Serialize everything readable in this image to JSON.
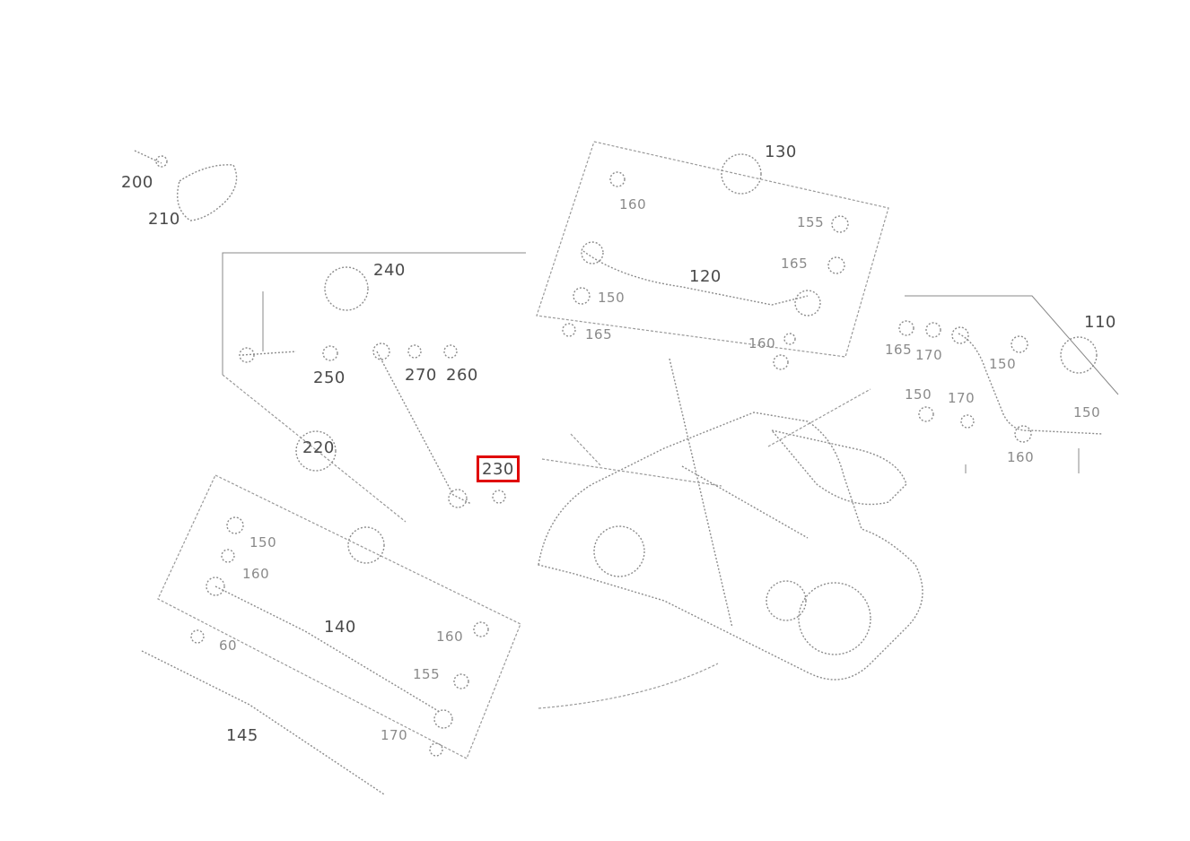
{
  "diagram": {
    "highlight_color": "#e00000",
    "highlighted_callout": "230",
    "callouts": [
      {
        "id": "c110",
        "label": "110"
      },
      {
        "id": "c120",
        "label": "120"
      },
      {
        "id": "c130",
        "label": "130"
      },
      {
        "id": "c140",
        "label": "140"
      },
      {
        "id": "c145",
        "label": "145"
      },
      {
        "id": "c200",
        "label": "200"
      },
      {
        "id": "c210",
        "label": "210"
      },
      {
        "id": "c220",
        "label": "220"
      },
      {
        "id": "c230",
        "label": "230"
      },
      {
        "id": "c240",
        "label": "240"
      },
      {
        "id": "c250",
        "label": "250"
      },
      {
        "id": "c260",
        "label": "260"
      },
      {
        "id": "c270",
        "label": "270"
      }
    ],
    "faint_callouts": [
      {
        "id": "f160a",
        "label": "160"
      },
      {
        "id": "f155a",
        "label": "155"
      },
      {
        "id": "f165a",
        "label": "165"
      },
      {
        "id": "f150a",
        "label": "150"
      },
      {
        "id": "f165b",
        "label": "165"
      },
      {
        "id": "f160b",
        "label": "160"
      },
      {
        "id": "f165c",
        "label": "165"
      },
      {
        "id": "f170a",
        "label": "170"
      },
      {
        "id": "f150b",
        "label": "150"
      },
      {
        "id": "f150c",
        "label": "150"
      },
      {
        "id": "f170b",
        "label": "170"
      },
      {
        "id": "f150d",
        "label": "150"
      },
      {
        "id": "f160c",
        "label": "160"
      },
      {
        "id": "f150e",
        "label": "150"
      },
      {
        "id": "f160d",
        "label": "160"
      },
      {
        "id": "f160e",
        "label": "160"
      },
      {
        "id": "f155b",
        "label": "155"
      },
      {
        "id": "f170c",
        "label": "170"
      },
      {
        "id": "f60",
        "label": "60"
      }
    ]
  }
}
